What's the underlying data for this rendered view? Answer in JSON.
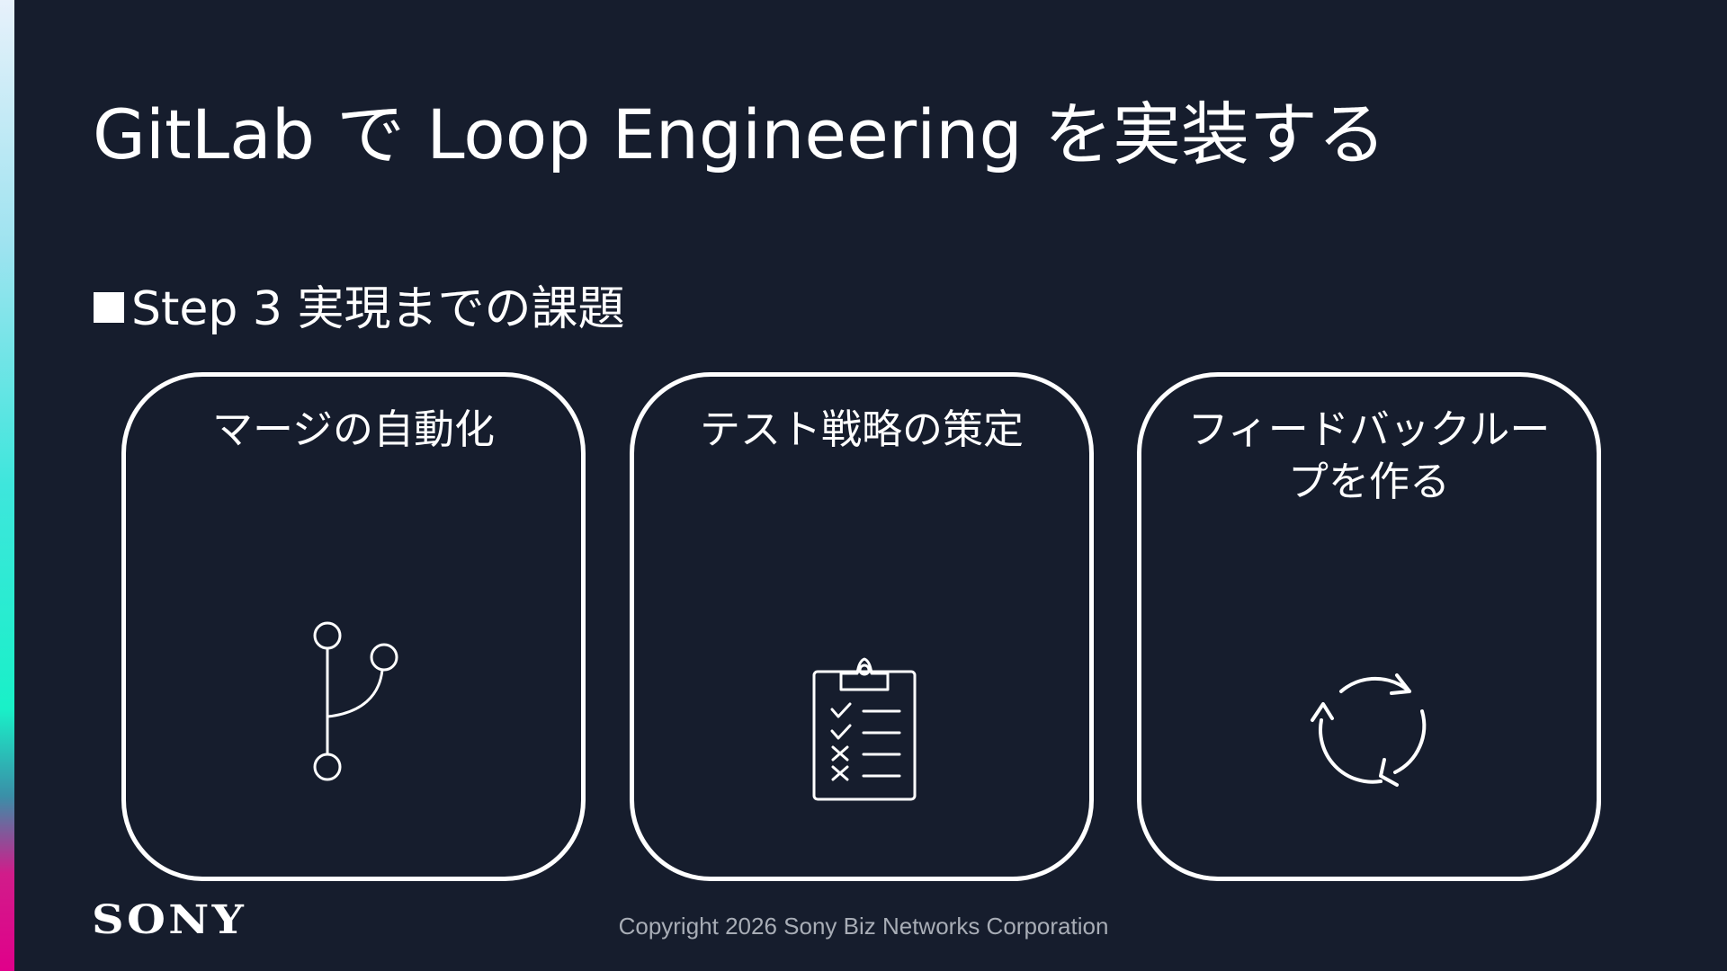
{
  "slide": {
    "title": "GitLab で Loop Engineering を実装する",
    "section_heading": "Step 3 実現までの課題"
  },
  "cards": [
    {
      "title": "マージの自動化",
      "icon": "git-branch-merge-icon"
    },
    {
      "title": "テスト戦略の策定",
      "icon": "clipboard-checklist-icon"
    },
    {
      "title": "フィードバックループを作る",
      "icon": "refresh-loop-icon"
    }
  ],
  "footer": {
    "logo": "SONY",
    "copyright": "Copyright 2026 Sony Biz Networks Corporation"
  },
  "colors": {
    "background": "#161d2d",
    "foreground": "#ffffff",
    "muted_text": "#a8adb6"
  }
}
